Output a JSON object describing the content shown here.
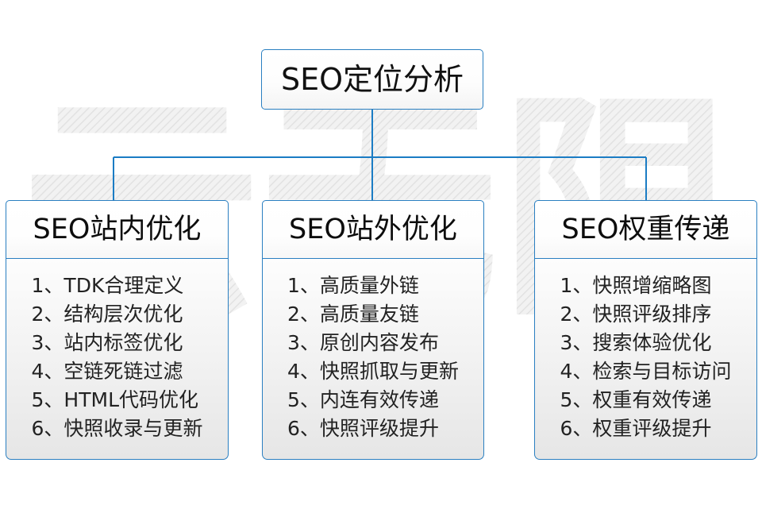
{
  "diagram": {
    "title_node": {
      "label": "SEO定位分析"
    },
    "accent_color": "#2a7fc1",
    "text_color": "#111111",
    "watermark_text": "云无限",
    "columns": [
      {
        "header": "SEO站内优化",
        "items": [
          "1、TDK合理定义",
          "2、结构层次优化",
          "3、站内标签优化",
          "4、空链死链过滤",
          "5、HTML代码优化",
          "6、快照收录与更新"
        ]
      },
      {
        "header": "SEO站外优化",
        "items": [
          "1、高质量外链",
          "2、高质量友链",
          "3、原创内容发布",
          "4、快照抓取与更新",
          "5、内连有效传递",
          "6、快照评级提升"
        ]
      },
      {
        "header": "SEO权重传递",
        "items": [
          "1、快照增缩略图",
          "2、快照评级排序",
          "3、搜索体验优化",
          "4、检索与目标访问",
          "5、权重有效传递",
          "6、权重评级提升"
        ]
      }
    ]
  }
}
